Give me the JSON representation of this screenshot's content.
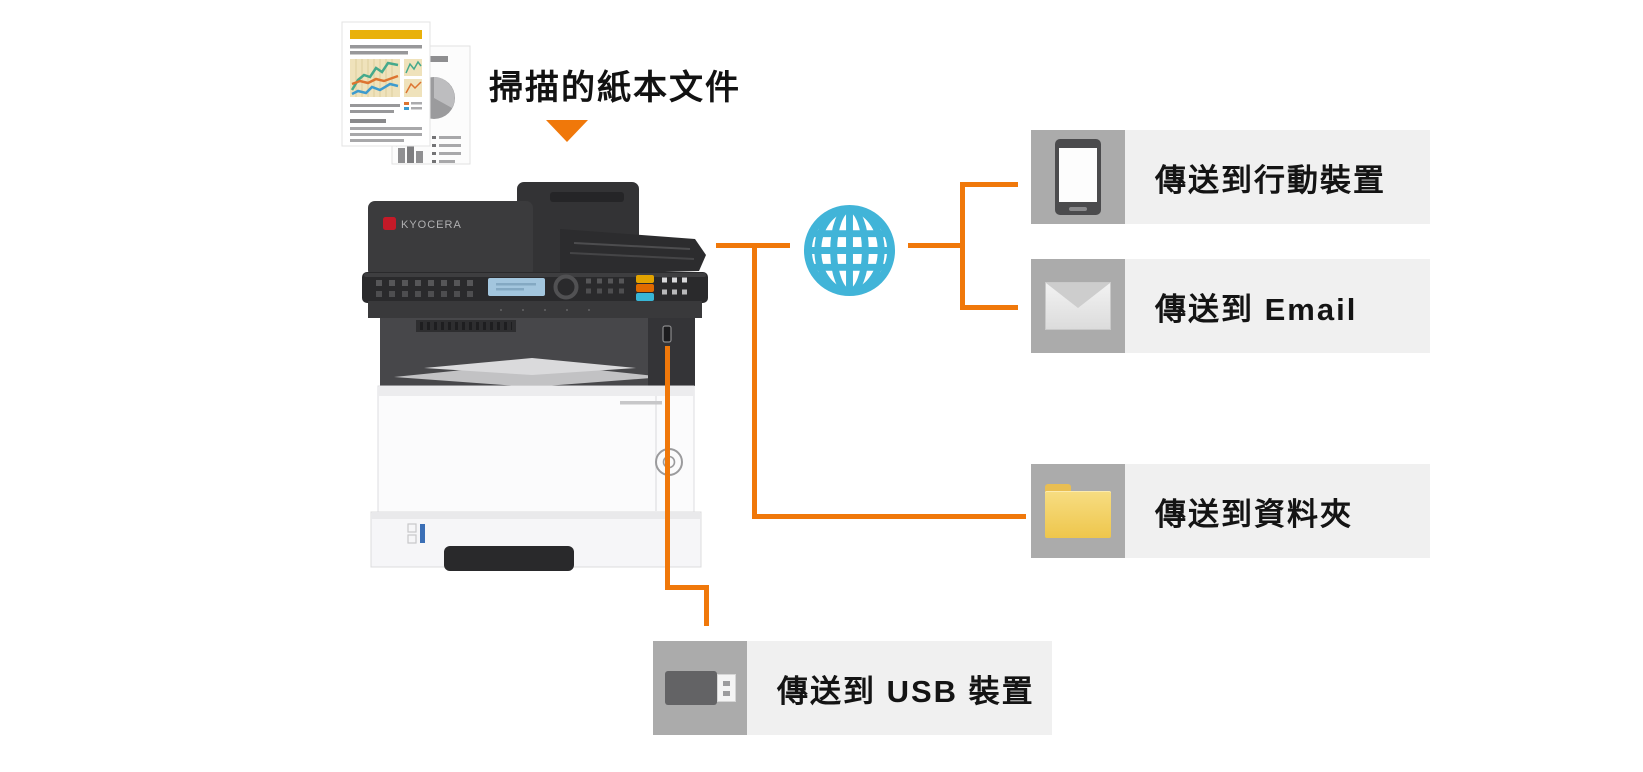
{
  "source": {
    "title": "掃描的紙本文件",
    "icon": "scanned-documents-icon"
  },
  "printer": {
    "brand": "KYOCERA"
  },
  "network": {
    "icon": "globe-icon"
  },
  "destinations": [
    {
      "id": "mobile",
      "label": "傳送到行動裝置",
      "icon": "smartphone-icon"
    },
    {
      "id": "email",
      "label": "傳送到 Email",
      "icon": "envelope-icon"
    },
    {
      "id": "folder",
      "label": "傳送到資料夾",
      "icon": "folder-icon"
    },
    {
      "id": "usb",
      "label": "傳送到 USB 裝置",
      "icon": "usb-drive-icon"
    }
  ],
  "colors": {
    "connector_orange": "#F0780A",
    "label_bar_bg": "#F0F0F0",
    "icon_tile_bg": "#ABABAB",
    "globe_cyan": "#41B4D8",
    "folder_yellow": "#F3CE5E",
    "kyocera_red": "#C41A28",
    "lcd_blue": "#A3C6DE"
  }
}
